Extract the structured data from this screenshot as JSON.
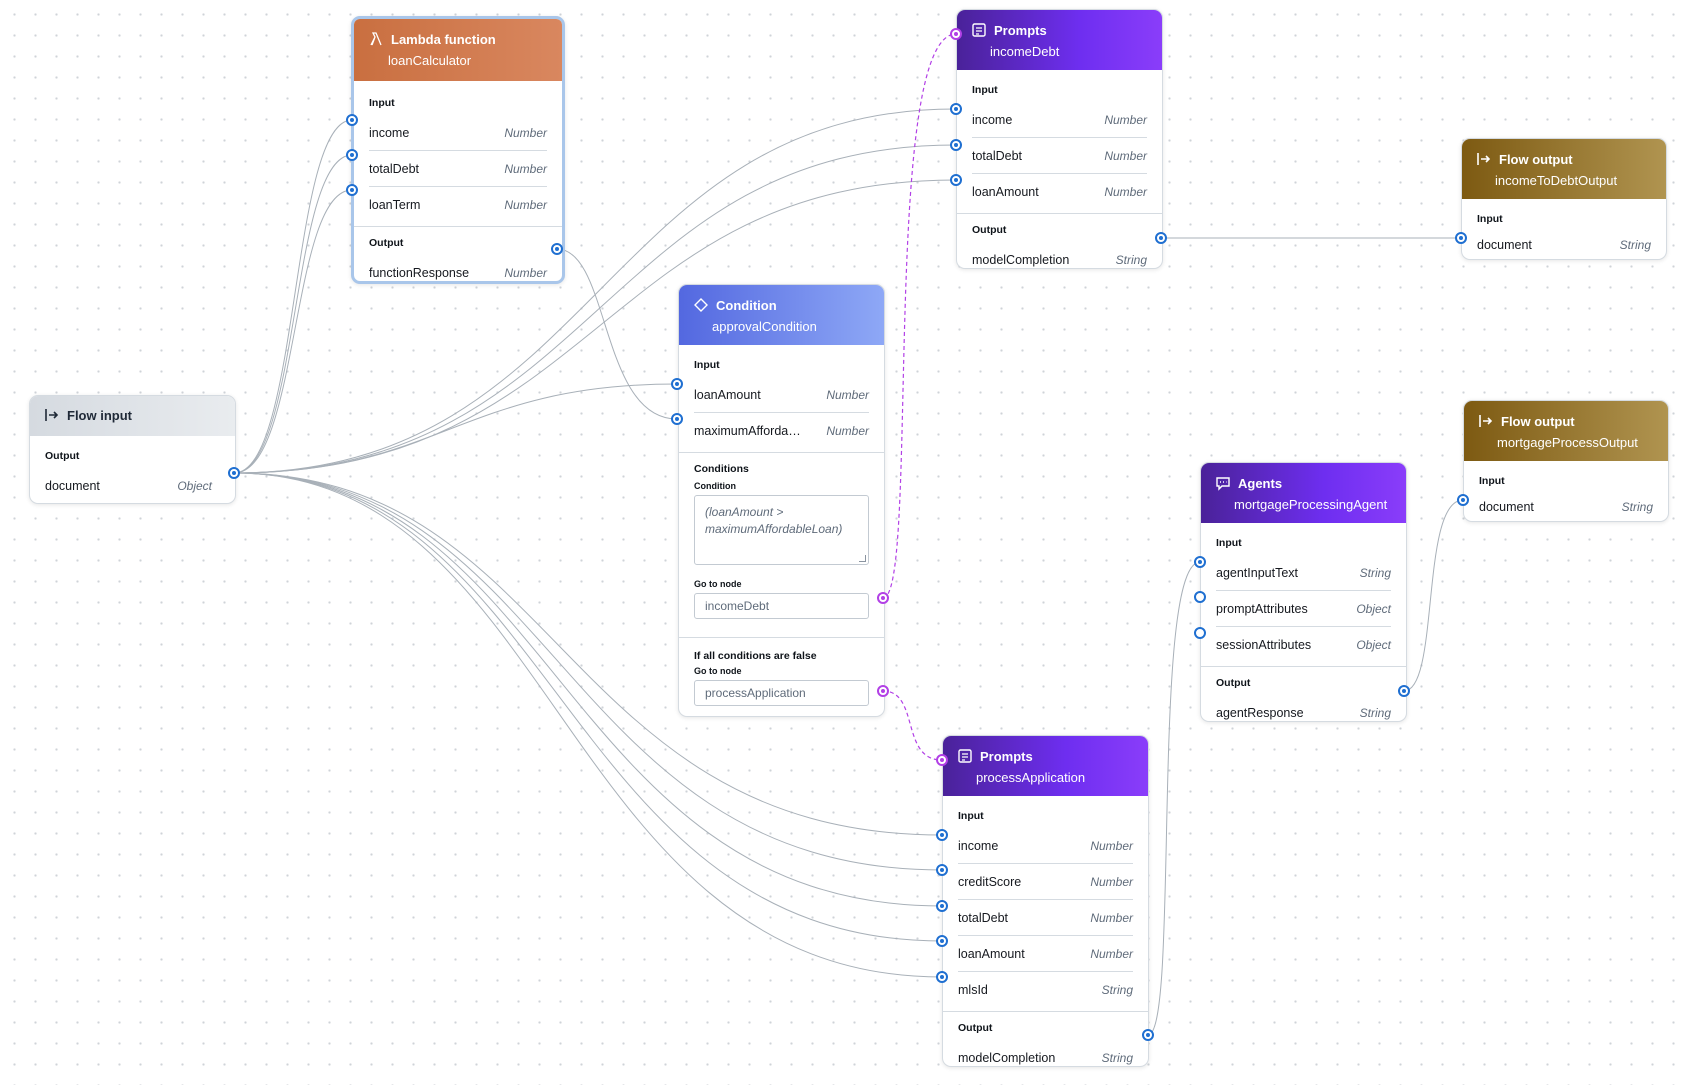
{
  "colors": {
    "edge": "#a8b0b8",
    "conditional_edge": "#b240e6",
    "port": "#1f6fd1",
    "prompt_header": "#6e2ef0",
    "lambda_header": "#d27a4c",
    "condition_header": "#6f86ec",
    "output_header": "#9b7a2f"
  },
  "flow_input": {
    "type_label": "Flow input",
    "icon": "flow-input-icon",
    "output_label": "Output",
    "output": {
      "name": "document",
      "type": "Object"
    }
  },
  "lambda": {
    "type_label": "Lambda function",
    "name": "loanCalculator",
    "icon": "lambda-icon",
    "input_label": "Input",
    "inputs": [
      {
        "name": "income",
        "type": "Number"
      },
      {
        "name": "totalDebt",
        "type": "Number"
      },
      {
        "name": "loanTerm",
        "type": "Number"
      }
    ],
    "output_label": "Output",
    "output": {
      "name": "functionResponse",
      "type": "Number"
    }
  },
  "prompt_income_debt": {
    "type_label": "Prompts",
    "name": "incomeDebt",
    "icon": "prompt-icon",
    "input_label": "Input",
    "inputs": [
      {
        "name": "income",
        "type": "Number"
      },
      {
        "name": "totalDebt",
        "type": "Number"
      },
      {
        "name": "loanAmount",
        "type": "Number"
      }
    ],
    "output_label": "Output",
    "output": {
      "name": "modelCompletion",
      "type": "String"
    }
  },
  "condition": {
    "type_label": "Condition",
    "name": "approvalCondition",
    "icon": "condition-diamond-icon",
    "input_label": "Input",
    "inputs": [
      {
        "name": "loanAmount",
        "type": "Number"
      },
      {
        "name": "maximumAfforda…",
        "type": "Number"
      }
    ],
    "conditions_label": "Conditions",
    "condition_label": "Condition",
    "condition_expression": "(loanAmount > maximumAffordableLoan)",
    "goto_label": "Go to node",
    "goto_value": "incomeDebt",
    "default_label": "If all conditions are false",
    "default_goto_label": "Go to node",
    "default_goto_value": "processApplication"
  },
  "prompt_process_application": {
    "type_label": "Prompts",
    "name": "processApplication",
    "icon": "prompt-icon",
    "input_label": "Input",
    "inputs": [
      {
        "name": "income",
        "type": "Number"
      },
      {
        "name": "creditScore",
        "type": "Number"
      },
      {
        "name": "totalDebt",
        "type": "Number"
      },
      {
        "name": "loanAmount",
        "type": "Number"
      },
      {
        "name": "mlsId",
        "type": "String"
      }
    ],
    "output_label": "Output",
    "output": {
      "name": "modelCompletion",
      "type": "String"
    }
  },
  "agent": {
    "type_label": "Agents",
    "name": "mortgageProcessingAgent",
    "icon": "agent-chat-icon",
    "input_label": "Input",
    "inputs": [
      {
        "name": "agentInputText",
        "type": "String"
      },
      {
        "name": "promptAttributes",
        "type": "Object"
      },
      {
        "name": "sessionAttributes",
        "type": "Object"
      }
    ],
    "output_label": "Output",
    "output": {
      "name": "agentResponse",
      "type": "String"
    }
  },
  "output_income_to_debt": {
    "type_label": "Flow output",
    "name": "incomeToDebtOutput",
    "icon": "flow-output-icon",
    "input_label": "Input",
    "input": {
      "name": "document",
      "type": "String"
    }
  },
  "output_mortgage_process": {
    "type_label": "Flow output",
    "name": "mortgageProcessOutput",
    "icon": "flow-output-icon",
    "input_label": "Input",
    "input": {
      "name": "document",
      "type": "String"
    }
  }
}
